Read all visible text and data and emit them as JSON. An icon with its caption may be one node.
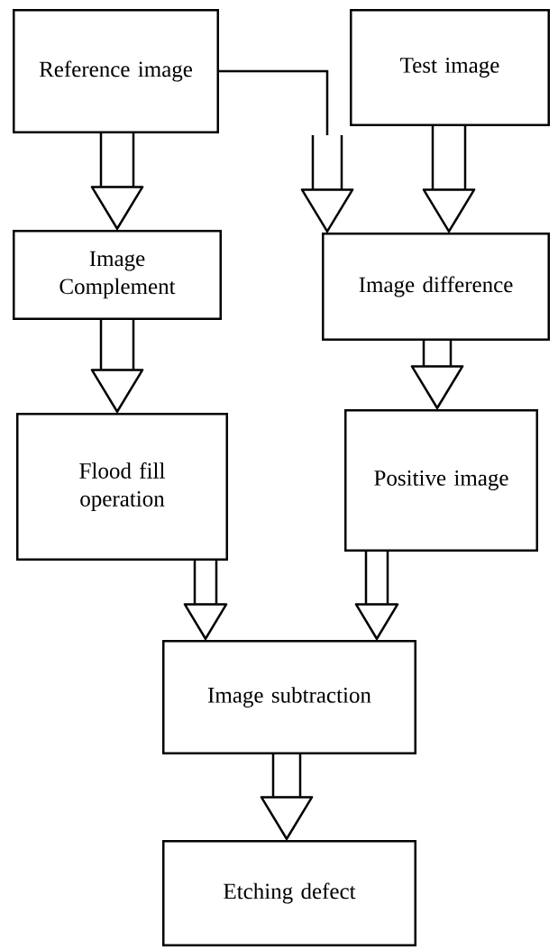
{
  "diagram": {
    "nodes": [
      {
        "text": [
          "Reference image"
        ]
      },
      {
        "text": [
          "Test image"
        ]
      },
      {
        "text": [
          "Image Complement"
        ]
      },
      {
        "text": [
          "Image difference"
        ]
      },
      {
        "text": [
          "Flood fill operation"
        ]
      },
      {
        "text": [
          "Positive image"
        ]
      },
      {
        "text": [
          "Image subtraction"
        ]
      },
      {
        "text": [
          "Etching defect"
        ]
      }
    ],
    "edges": [
      {
        "from": 0,
        "to": 2,
        "arrow": "to"
      },
      {
        "from": 0,
        "to": 3,
        "arrow": "to"
      },
      {
        "from": 1,
        "to": 3,
        "arrow": "to"
      },
      {
        "from": 2,
        "to": 4,
        "arrow": "to"
      },
      {
        "from": 3,
        "to": 5,
        "arrow": "to"
      },
      {
        "from": 4,
        "to": 6,
        "arrow": "to"
      },
      {
        "from": 5,
        "to": 6,
        "arrow": "to"
      },
      {
        "from": 6,
        "to": 7,
        "arrow": "to"
      }
    ]
  }
}
